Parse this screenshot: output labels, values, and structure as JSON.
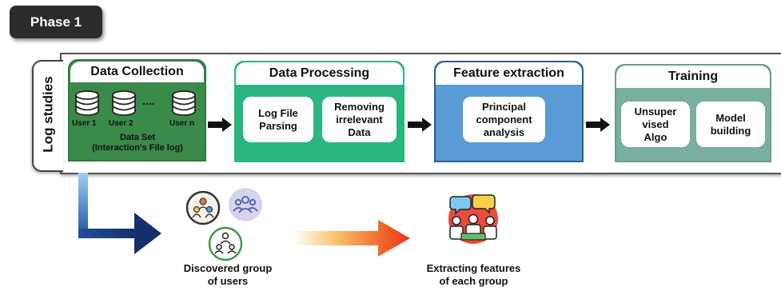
{
  "phase": "Phase 1",
  "side_label": "Log studies",
  "stages": {
    "collection": {
      "title": "Data Collection",
      "users": [
        "User 1",
        "User 2",
        "User n"
      ],
      "ellipsis": "....",
      "dataset_label": "Data Set\n(Interaction's File log)",
      "color": "#3a8a4a"
    },
    "processing": {
      "title": "Data Processing",
      "steps": [
        "Log File\nParsing",
        "Removing\nirrelevant\nData"
      ],
      "color": "#2bb67f"
    },
    "extraction": {
      "title": "Feature extraction",
      "steps": [
        "Principal\ncomponent\nanalysis"
      ],
      "color": "#5b9bd5"
    },
    "training": {
      "title": "Training",
      "steps": [
        "Unsuper\nvised\nAlgo",
        "Model\nbuilding"
      ],
      "color": "#7aaea0"
    }
  },
  "outputs": {
    "groups_caption": "Discovered group\nof users",
    "features_caption": "Extracting features\nof each group"
  }
}
